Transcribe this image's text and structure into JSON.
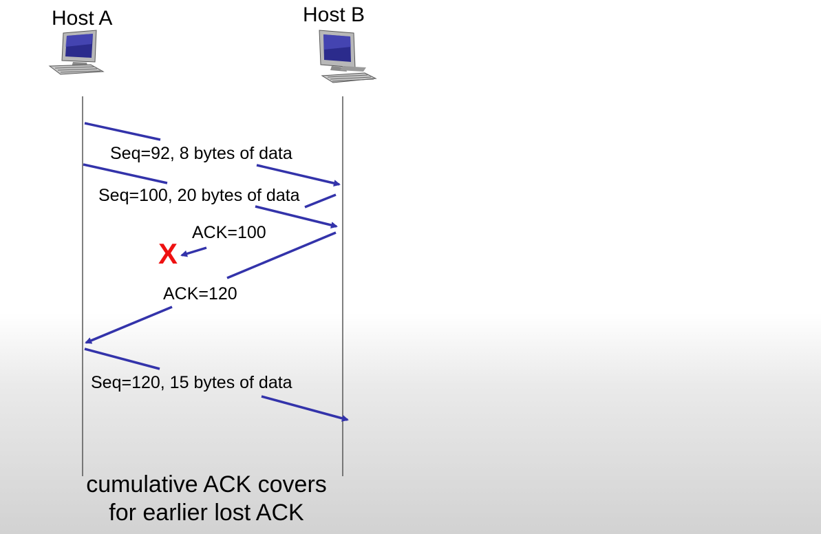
{
  "hosts": {
    "a_label": "Host A",
    "b_label": "Host B"
  },
  "messages": [
    {
      "label": "Seq=92, 8 bytes of data",
      "direction": "A-to-B"
    },
    {
      "label": "Seq=100, 20 bytes of data",
      "direction": "A-to-B"
    },
    {
      "label": "ACK=100",
      "direction": "B-to-A",
      "lost": true
    },
    {
      "label": "ACK=120",
      "direction": "B-to-A"
    },
    {
      "label": "Seq=120,  15 bytes of data",
      "direction": "A-to-B"
    }
  ],
  "lost_marker": "X",
  "caption": {
    "line1": "cumulative ACK covers",
    "line2": "for earlier lost ACK"
  },
  "colors": {
    "arrow": "#3333aa",
    "lost_marker": "#ee1111",
    "timeline": "#555555"
  },
  "icons": {
    "host_a": "desktop-computer-icon",
    "host_b": "desktop-computer-icon"
  }
}
